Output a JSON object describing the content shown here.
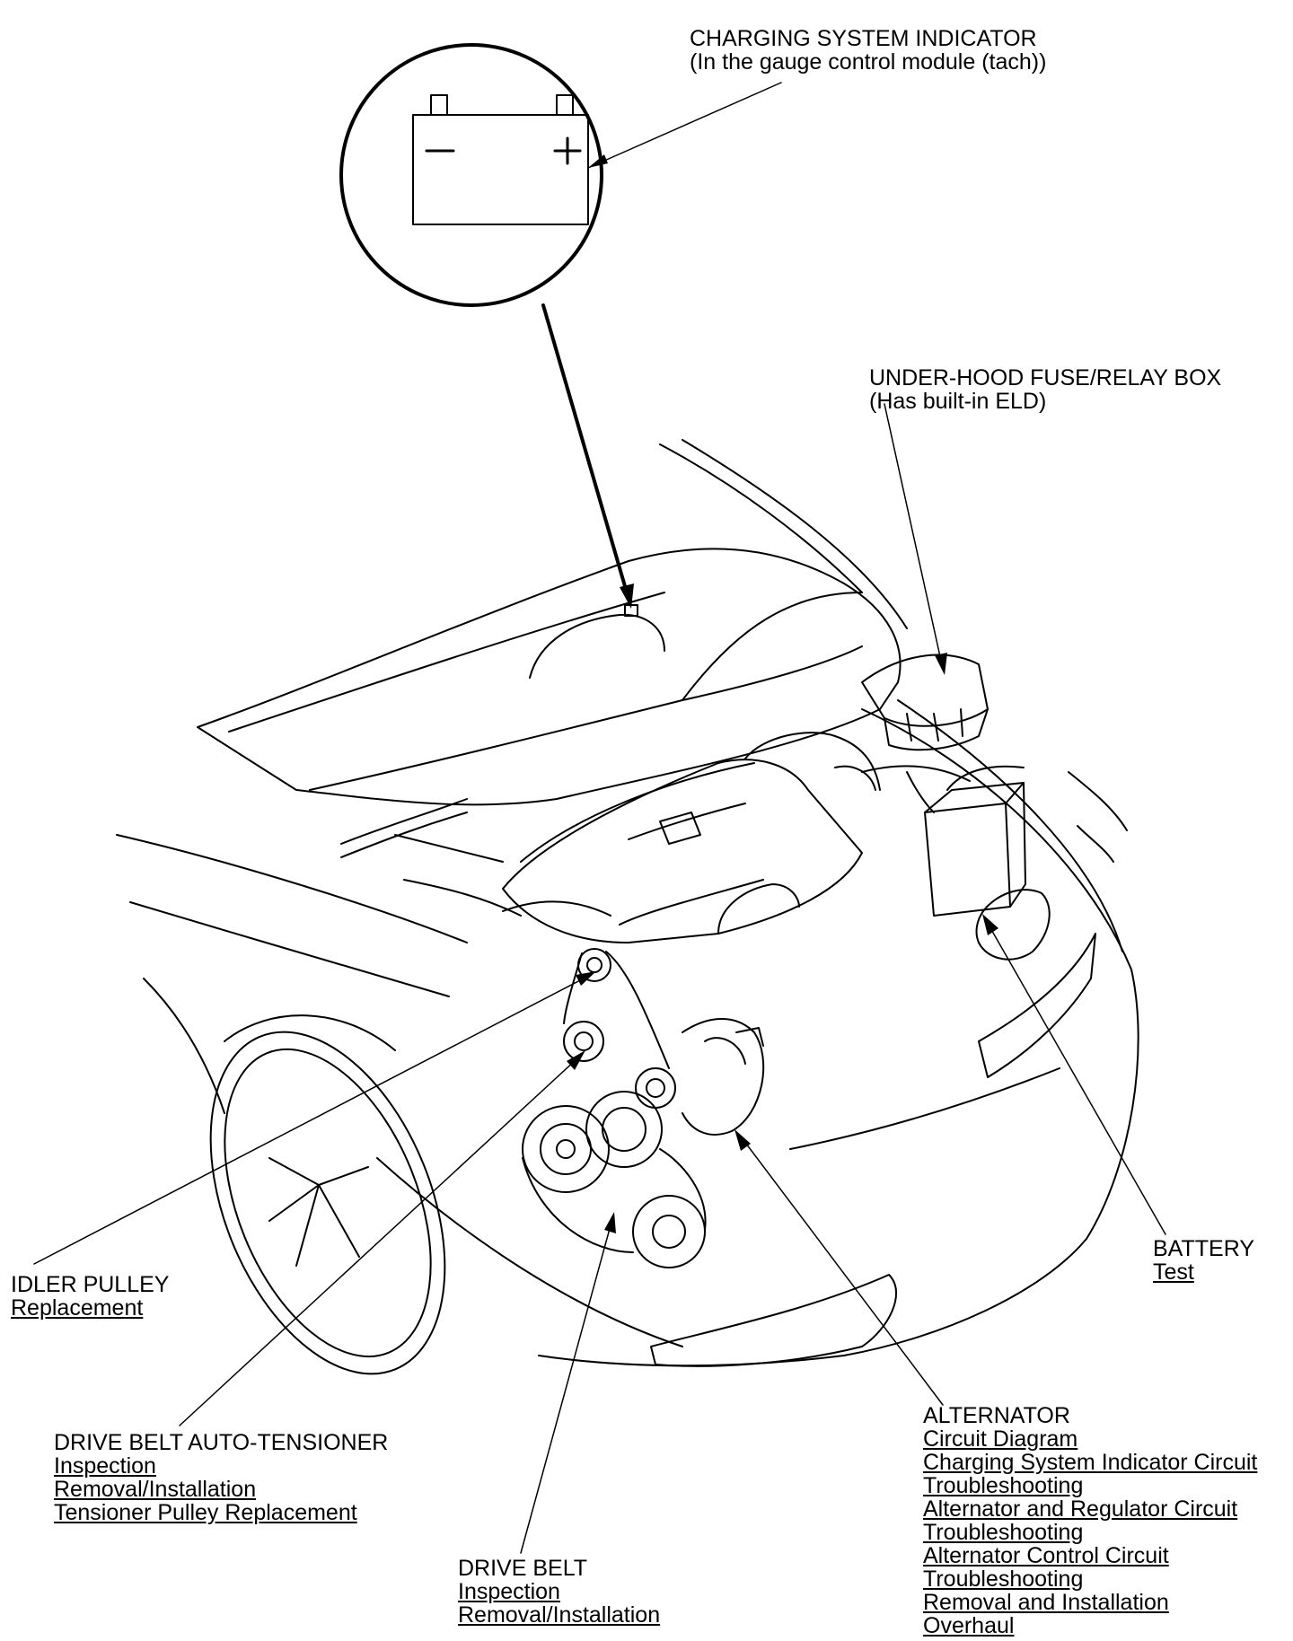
{
  "charging_indicator": {
    "title": "CHARGING SYSTEM INDICATOR",
    "subtitle": "(In the gauge control module (tach))"
  },
  "fuse_box": {
    "title": "UNDER-HOOD FUSE/RELAY BOX",
    "subtitle": "(Has built-in ELD)"
  },
  "battery": {
    "title": "BATTERY",
    "links": [
      "Test"
    ]
  },
  "idler_pulley": {
    "title": "IDLER PULLEY",
    "links": [
      "Replacement"
    ]
  },
  "tensioner": {
    "title": "DRIVE BELT AUTO-TENSIONER",
    "links": [
      "Inspection",
      "Removal/Installation",
      "Tensioner Pulley Replacement"
    ]
  },
  "drive_belt": {
    "title": "DRIVE BELT",
    "links": [
      "Inspection",
      "Removal/Installation"
    ]
  },
  "alternator": {
    "title": "ALTERNATOR",
    "links": [
      "Circuit Diagram",
      "Charging System Indicator Circuit",
      "Troubleshooting",
      "Alternator and Regulator Circuit",
      "Troubleshooting",
      "Alternator Control Circuit",
      "Troubleshooting",
      "Removal and Installation",
      "Overhaul"
    ]
  },
  "colors": {
    "line": "#000000",
    "background": "#ffffff"
  },
  "icons": [
    "battery-symbol-icon",
    "charging-indicator-icon"
  ]
}
